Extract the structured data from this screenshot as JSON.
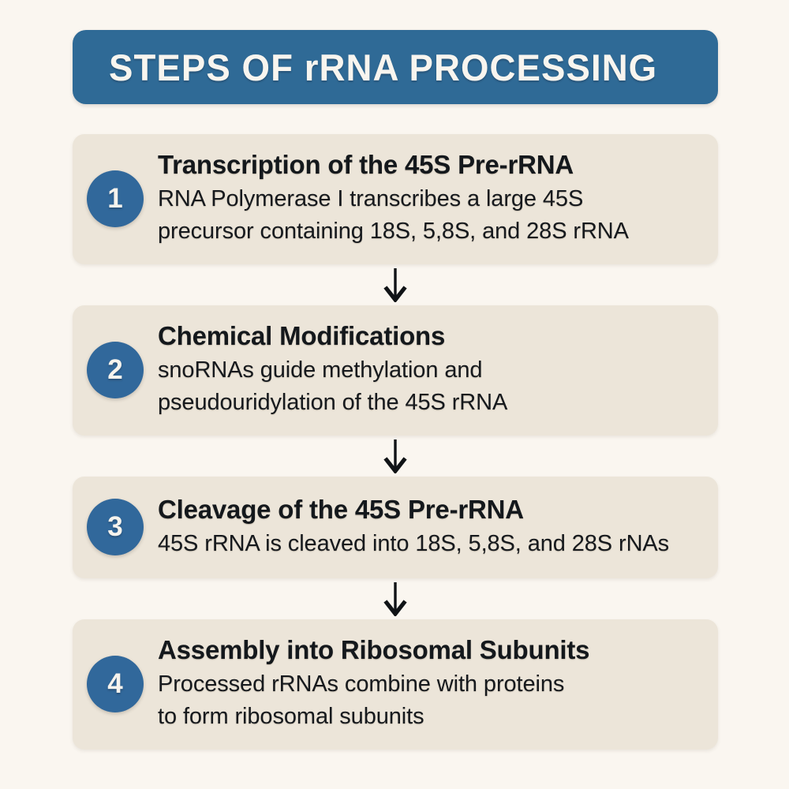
{
  "header": {
    "title": "STEPS OF rRNA PROCESSING"
  },
  "colors": {
    "page_background": "#faf6f0",
    "banner_blue": "#2f6a96",
    "badge_blue": "#31689b",
    "card_beige": "#ece5d9",
    "text_dark": "#14181c",
    "title_text": "#f8f5ef",
    "arrow": "#101316"
  },
  "connector": {
    "icon": "arrow-down-icon"
  },
  "steps": [
    {
      "number": "1",
      "heading": "Transcription of the 45S Pre-rRNA",
      "lines": [
        "RNA Polymerase I transcribes a large 45S",
        "precursor containing 18S, 5,8S, and 28S rRNA"
      ]
    },
    {
      "number": "2",
      "heading": "Chemical Modifications",
      "lines": [
        "snoRNAs guide methylation and",
        "pseudouridylation of the 45S rRNA"
      ]
    },
    {
      "number": "3",
      "heading": "Cleavage of the 45S Pre-rRNA",
      "lines": [
        "45S rRNA is cleaved into 18S, 5,8S, and 28S rNAs"
      ]
    },
    {
      "number": "4",
      "heading": "Assembly into Ribosomal Subunits",
      "lines": [
        "Processed rRNAs combine with proteins",
        "to form ribosomal subunits"
      ]
    }
  ]
}
